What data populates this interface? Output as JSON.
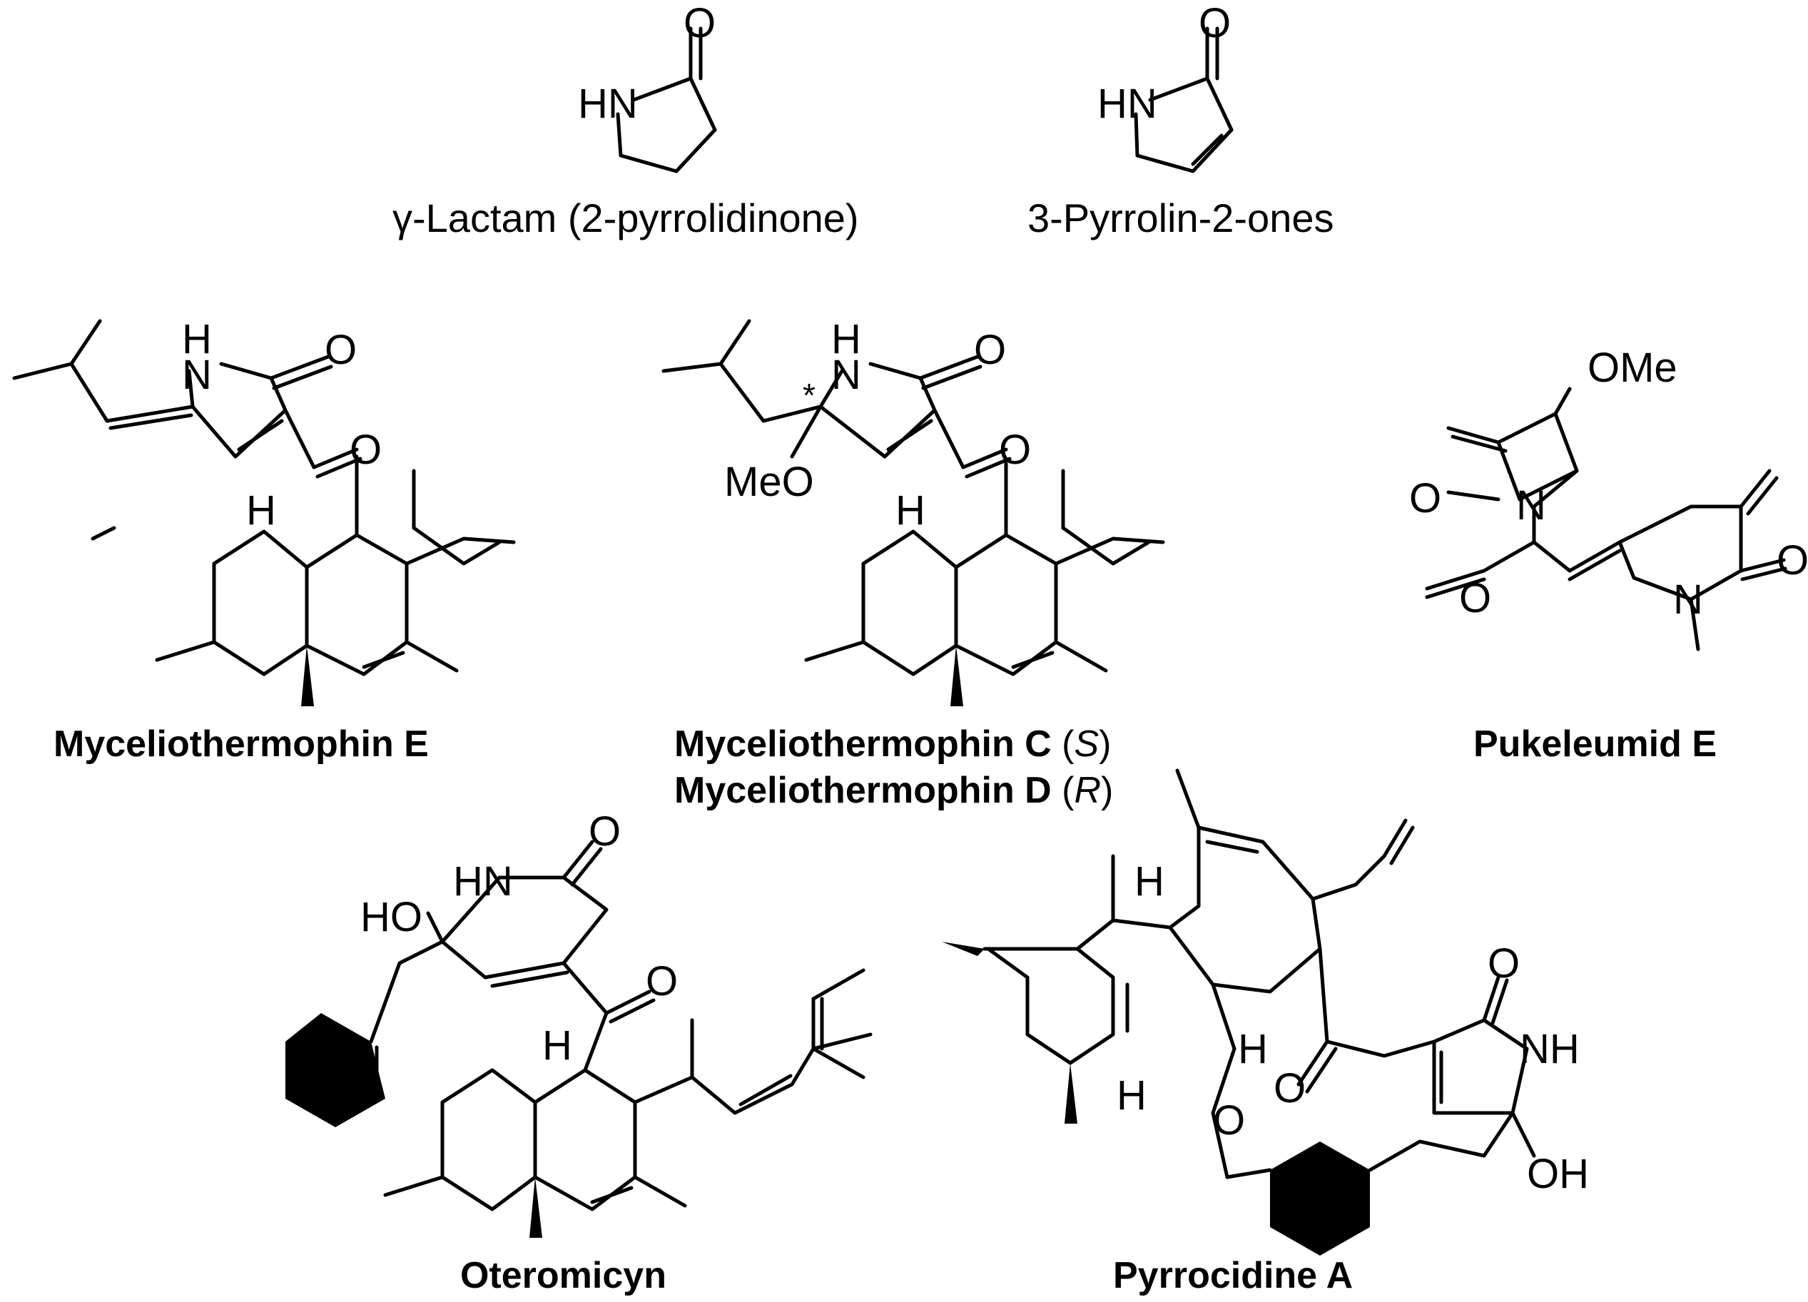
{
  "figure": {
    "top_row": [
      {
        "id": "gamma-lactam",
        "caption": "γ-Lactam (2-pyrrolidinone)",
        "atoms": {
          "nh": "HN",
          "o": "O"
        }
      },
      {
        "id": "pyrrolinone",
        "caption": "3-Pyrrolin-2-ones",
        "atoms": {
          "nh": "HN",
          "o": "O"
        }
      }
    ],
    "middle_row": [
      {
        "id": "myceliothermophin-e",
        "name": "Myceliothermophin E",
        "atoms": {
          "h_n": "H",
          "n": "N",
          "o1": "O",
          "o2": "O",
          "h_ring": "H"
        }
      },
      {
        "id": "myceliothermophin-cd",
        "name_line1_bold": "Myceliothermophin C",
        "name_line1_plain_open": " (",
        "name_line1_ital": "S",
        "name_line1_plain_close": ")",
        "name_line2_bold": "Myceliothermophin D",
        "name_line2_plain_open": " (",
        "name_line2_ital": "R",
        "name_line2_plain_close": ")",
        "atoms": {
          "h_n": "H",
          "n": "N",
          "o1": "O",
          "o2": "O",
          "meo": "MeO",
          "star": "*",
          "h_ring": "H"
        }
      },
      {
        "id": "pukeleumid-e",
        "name": "Pukeleumid E",
        "atoms": {
          "ome": "OMe",
          "o1": "O",
          "n1": "N",
          "o2": "O",
          "n2": "N",
          "o3": "O"
        }
      }
    ],
    "bottom_row": [
      {
        "id": "oteromicyn",
        "name": "Oteromicyn",
        "atoms": {
          "ho": "HO",
          "hn": "HN",
          "o1": "O",
          "o2": "O",
          "h_ring": "H"
        }
      },
      {
        "id": "pyrrocidine-a",
        "name": "Pyrrocidine A",
        "atoms": {
          "h1": "H",
          "h2": "H",
          "h3": "H",
          "o_ketone": "O",
          "o_lactam": "O",
          "nh": "NH",
          "oh": "OH",
          "o_ether": "O"
        }
      }
    ]
  }
}
